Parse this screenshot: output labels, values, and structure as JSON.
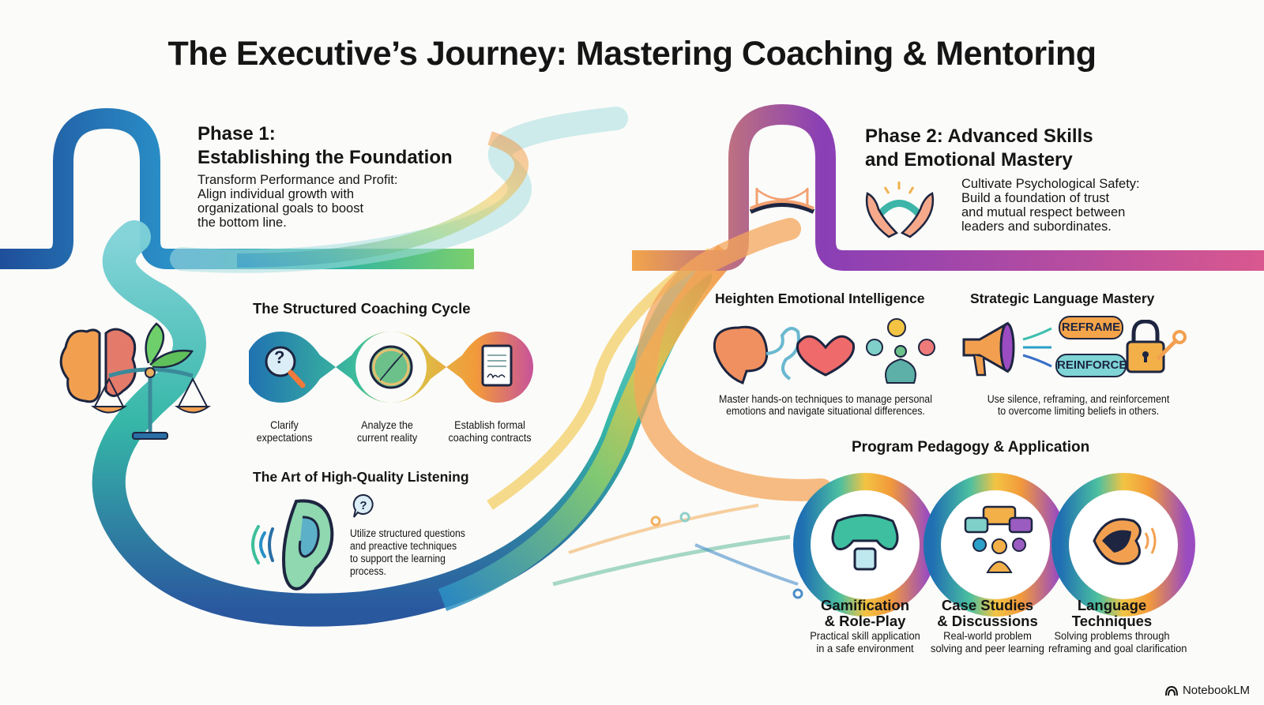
{
  "title": "The Executive’s Journey: Mastering Coaching & Mentoring",
  "phase1": {
    "heading_line1": "Phase 1:",
    "heading_line2": "Establishing the Foundation",
    "lead": "Transform Performance and Profit:",
    "desc_line1": "Align individual growth with",
    "desc_line2": "organizational goals to boost",
    "desc_line3": "the bottom line."
  },
  "coaching_cycle": {
    "heading": "The Structured Coaching Cycle",
    "steps": [
      {
        "icon": "magnifier-question-icon",
        "line1": "Clarify",
        "line2": "expectations"
      },
      {
        "icon": "compass-icon",
        "line1": "Analyze the",
        "line2": "current reality"
      },
      {
        "icon": "signed-contract-icon",
        "line1": "Establish formal",
        "line2": "coaching contracts"
      }
    ]
  },
  "listening": {
    "heading": "The Art of High-Quality Listening",
    "line1": "Utilize structured questions",
    "line2": "and preactive techniques",
    "line3": "to support the learning",
    "line4": "process."
  },
  "phase2": {
    "heading_line1": "Phase 2: Advanced Skills",
    "heading_line2": "and Emotional Mastery",
    "lead": "Cultivate Psychological Safety:",
    "desc_line1": "Build a foundation of trust",
    "desc_line2": "and mutual respect between",
    "desc_line3": "leaders and subordinates."
  },
  "emotional_intelligence": {
    "heading": "Heighten Emotional Intelligence",
    "line1": "Master hands-on techniques to manage personal",
    "line2": "emotions and navigate situational differences."
  },
  "language_mastery": {
    "heading": "Strategic Language Mastery",
    "bubble_top": "REFRAME",
    "bubble_bottom": "REINFORCE",
    "line1": "Use silence, reframing, and reinforcement",
    "line2": "to overcome limiting beliefs in others."
  },
  "pedagogy": {
    "heading": "Program Pedagogy & Application",
    "items": [
      {
        "icon": "gamepad-dice-icon",
        "title1": "Gamification",
        "title2": "& Role-Play",
        "desc1": "Practical skill application",
        "desc2": "in a safe environment"
      },
      {
        "icon": "group-discussion-icon",
        "title1": "Case Studies",
        "title2": "& Discussions",
        "desc1": "Real-world problem",
        "desc2": "solving and peer learning"
      },
      {
        "icon": "speaking-mouth-icon",
        "title1": "Language",
        "title2": "Techniques",
        "desc1": "Solving problems through",
        "desc2": "reframing and goal clarification"
      }
    ]
  },
  "branding": {
    "logo": "NotebookLM"
  },
  "colors": {
    "phase1_blue": "#1f5aa6",
    "phase1_teal": "#2bb3a3",
    "phase1_green": "#6fcf6a",
    "phase2_orange": "#f29a3a",
    "phase2_purple": "#8a3fb5",
    "phase2_pink": "#d9528f",
    "yellow": "#f3c443"
  }
}
